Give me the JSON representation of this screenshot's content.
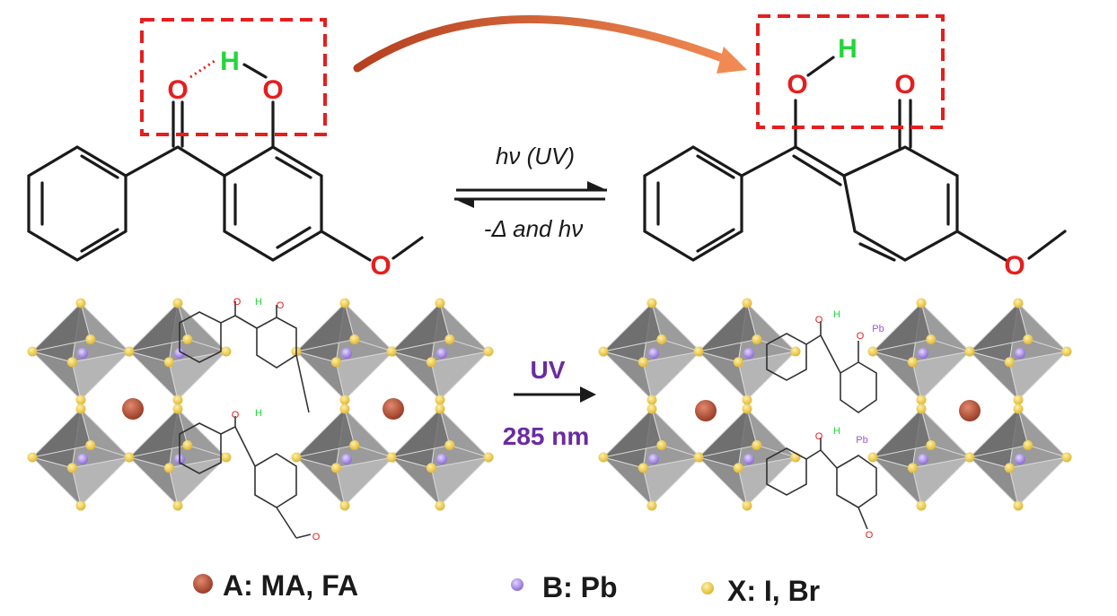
{
  "reaction": {
    "forward": "hν (UV)",
    "reverse": "-Δ and hν"
  },
  "atoms": {
    "oxygen": "O",
    "hydrogen": "H",
    "lead": "Pb"
  },
  "lower_arrow": {
    "top": "UV",
    "bottom": "285 nm"
  },
  "legend": [
    {
      "label": "A: MA, FA",
      "color": "#b9533b"
    },
    {
      "label": "B: Pb",
      "color": "#a88be0"
    },
    {
      "label": "X: I, Br",
      "color": "#f2d35a"
    }
  ],
  "colors": {
    "red": "#e51e1e",
    "green": "#22d63a",
    "purple": "#6a2ca0",
    "octahedron": "#6b6b6b",
    "curved_arrow": "#e0683a"
  }
}
